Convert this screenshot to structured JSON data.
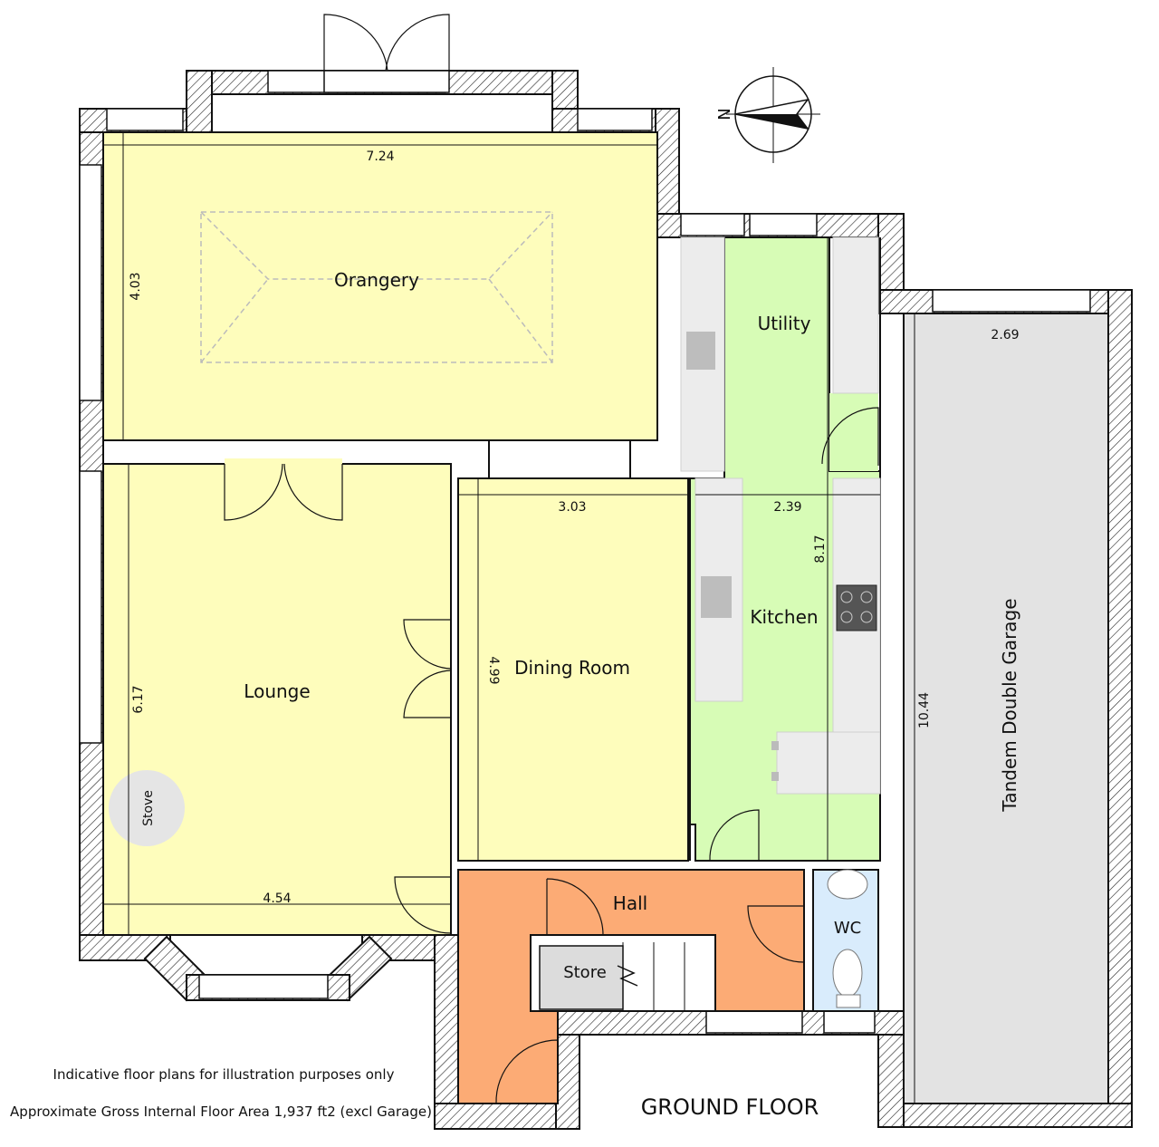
{
  "rooms": {
    "orangery": "Orangery",
    "utility": "Utility",
    "lounge": "Lounge",
    "dining_room": "Dining Room",
    "kitchen": "Kitchen",
    "garage": "Tandem Double Garage",
    "hall": "Hall",
    "wc": "WC",
    "store": "Store",
    "stove": "Stove"
  },
  "dimensions": {
    "orangery_width": "7.24",
    "orangery_depth": "4.03",
    "garage_width": "2.69",
    "garage_length": "10.44",
    "dining_width": "3.03",
    "dining_depth": "4.99",
    "kitchen_width": "2.39",
    "kitchen_length": "8.17",
    "lounge_depth": "6.17",
    "lounge_width": "4.54"
  },
  "compass": {
    "north": "N"
  },
  "footer": {
    "floor_name": "GROUND FLOOR",
    "disclaimer": "Indicative floor plans for illustration purposes only",
    "area": "Approximate Gross Internal Floor Area 1,937 ft2 (excl Garage)"
  },
  "colors": {
    "yellow_rooms": "#fefdbc",
    "kitchen_green": "#d7fcb6",
    "hall_orange": "#fcab75",
    "wc_blue": "#d9ecfc",
    "garage_grey": "#e3e3e3",
    "store_grey": "#dcdcdc"
  }
}
